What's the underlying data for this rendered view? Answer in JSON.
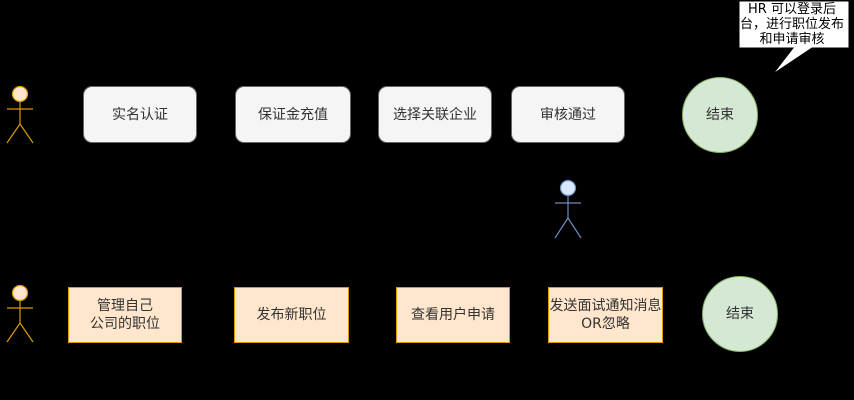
{
  "row1": {
    "steps": [
      "实名认证",
      "保证金充值",
      "选择关联企业",
      "审核通过"
    ],
    "end_label": "结束"
  },
  "row2": {
    "steps": [
      "管理自己\n公司的职位",
      "发布新职位",
      "查看用户申请",
      "发送面试通知消息\nOR忽略"
    ],
    "end_label": "结束"
  },
  "callout": {
    "text": "HR 可以登录后台，进行职位发布和申请审核"
  },
  "colors": {
    "background": "#000000",
    "row1_fill": "#f5f5f5",
    "row1_stroke": "#666666",
    "row2_fill": "#ffe6cc",
    "row2_stroke": "#d79b00",
    "end_fill": "#d5e8d4",
    "end_stroke": "#82b366",
    "actor_orange_fill": "#ffe6cc",
    "actor_orange_stroke": "#d79b00",
    "actor_blue_fill": "#dae8fc",
    "actor_blue_stroke": "#6c8ebf"
  },
  "icons": [
    "actor-icon",
    "callout-icon"
  ]
}
